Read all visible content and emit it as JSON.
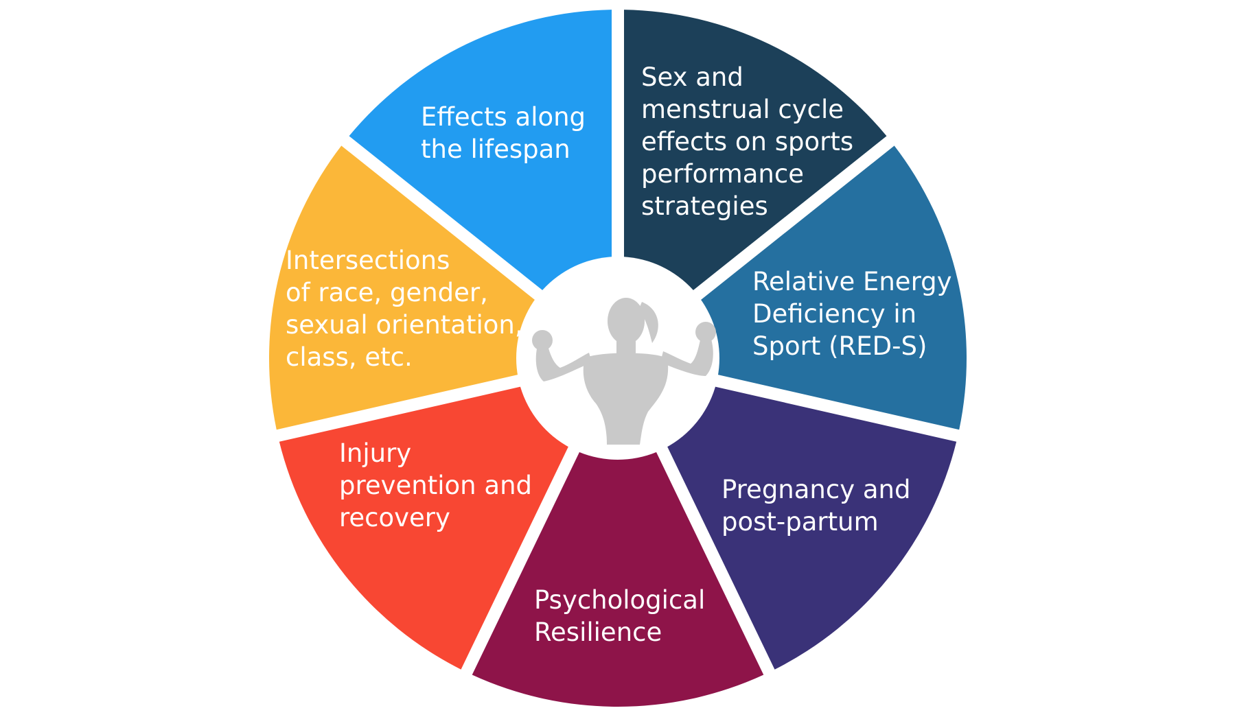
{
  "segments": [
    {
      "id": "lifespan",
      "lines": [
        "Effects along",
        "the lifespan"
      ],
      "color": "#1c4059"
    },
    {
      "id": "menstrual",
      "lines": [
        "Sex and",
        "menstrual cycle",
        "effects on sports",
        "performance",
        "strategies"
      ],
      "color": "#2570a0"
    },
    {
      "id": "reds",
      "lines": [
        "Relative Energy",
        "Deficiency in",
        "Sport (RED-S)"
      ],
      "color": "#3a3278"
    },
    {
      "id": "pregnancy",
      "lines": [
        "Pregnancy and",
        "post-partum"
      ],
      "color": "#8e1449"
    },
    {
      "id": "resilience",
      "lines": [
        "Psychological",
        "Resilience"
      ],
      "color": "#f84733"
    },
    {
      "id": "injury",
      "lines": [
        "Injury",
        "prevention and",
        "recovery"
      ],
      "color": "#fbb739"
    },
    {
      "id": "intersections",
      "lines": [
        "Intersections",
        "of race, gender,",
        "sexual orientation,",
        "class, etc."
      ],
      "color": "#229cf1"
    }
  ],
  "center": {
    "icon": "flexing-woman-silhouette-icon",
    "fill": "#c9c9c9"
  }
}
